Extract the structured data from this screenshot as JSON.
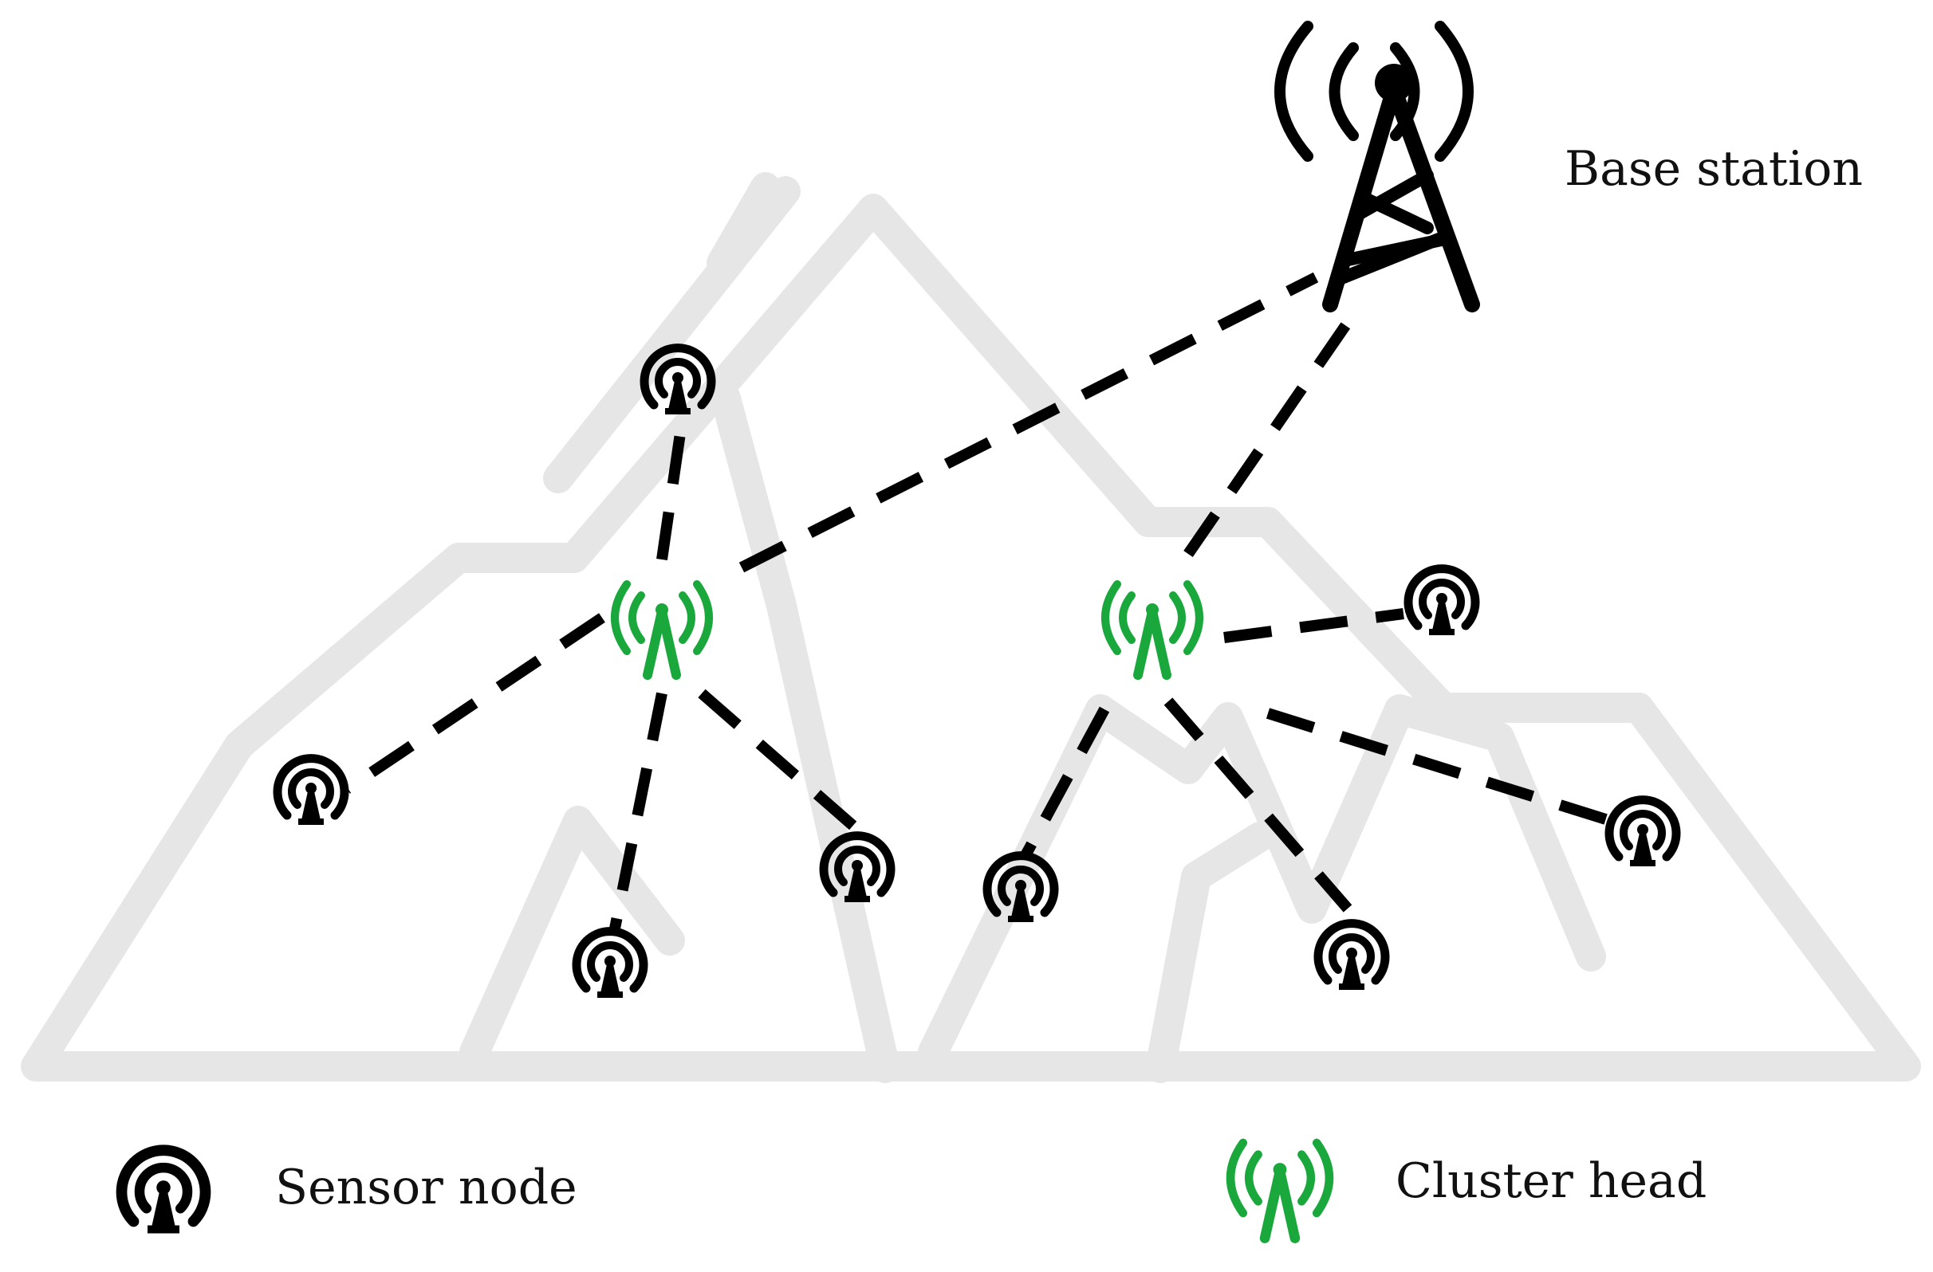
{
  "labels": {
    "base_station": "Base station",
    "sensor_node": "Sensor node",
    "cluster_head": "Cluster head"
  },
  "colors": {
    "mountain": "#e6e6e6",
    "link": "#000000",
    "sensor_node": "#000000",
    "cluster_head": "#1aa83c",
    "base_station": "#000000"
  },
  "icons": {
    "base_station": "antenna-tower-icon",
    "sensor_node": "sensor-node-icon",
    "cluster_head": "cluster-head-icon"
  }
}
